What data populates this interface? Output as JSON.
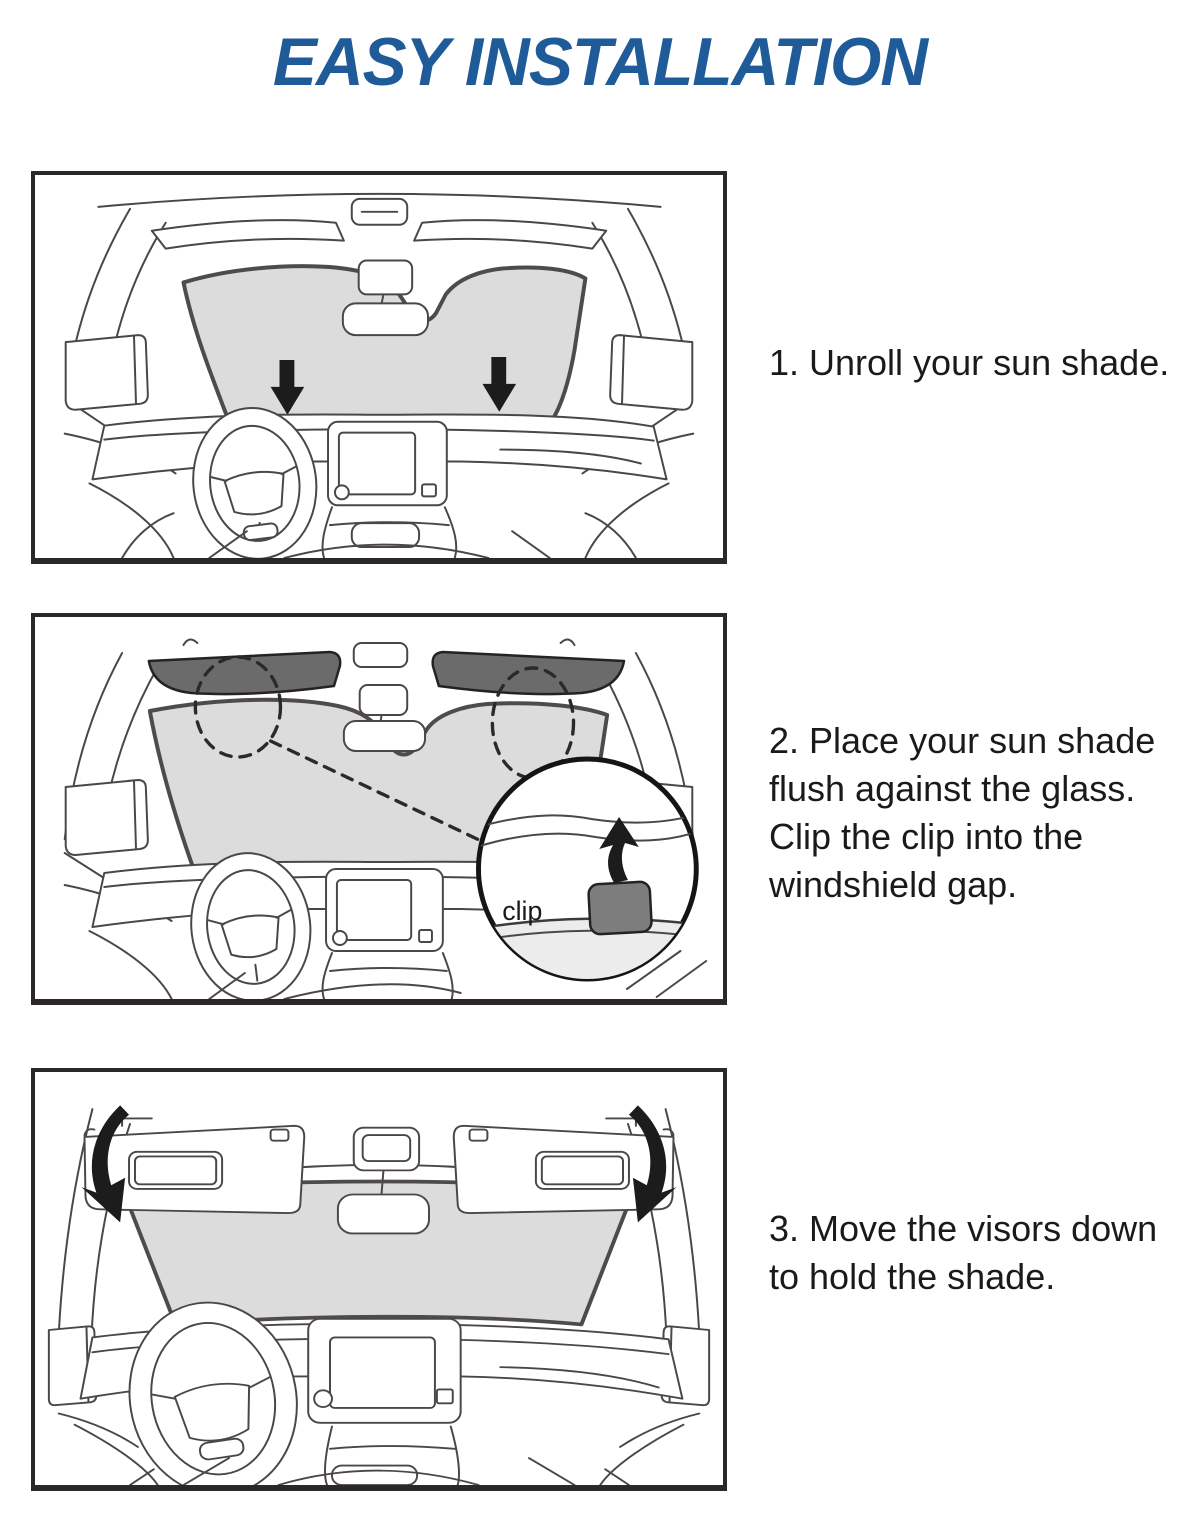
{
  "title": {
    "text": "EASY INSTALLATION"
  },
  "colors": {
    "background": "#ffffff",
    "title_blue": "#1e5b98",
    "text_black": "#1a1a1a",
    "line_gray": "#4c4747",
    "box_border": "#2d2828",
    "shade_gray": "#dcdcdc",
    "shade_light": "#ececec",
    "visor_dark": "#6b6b6b",
    "clip_gray": "#7d7d7d",
    "arrow_black": "#1c1c1c"
  },
  "steps": [
    {
      "number": "1",
      "caption": "1. Unroll your sun shade.",
      "figure_alt": "Car interior: sun shade unrolled over the windshield with two black arrows pointing down"
    },
    {
      "number": "2",
      "caption": "2. Place your sun shade flush against the glass. Clip the clip into the windshield gap.",
      "figure_alt": "Sun shade placed flush on windshield; dashed circles and magnified detail of the clip inserted into the windshield gap",
      "magnifier_label": "clip"
    },
    {
      "number": "3",
      "caption": "3. Move the visors down to hold the shade.",
      "figure_alt": "Sun visors folded down over the sun shade; curved arrows show the visors moving down"
    }
  ]
}
